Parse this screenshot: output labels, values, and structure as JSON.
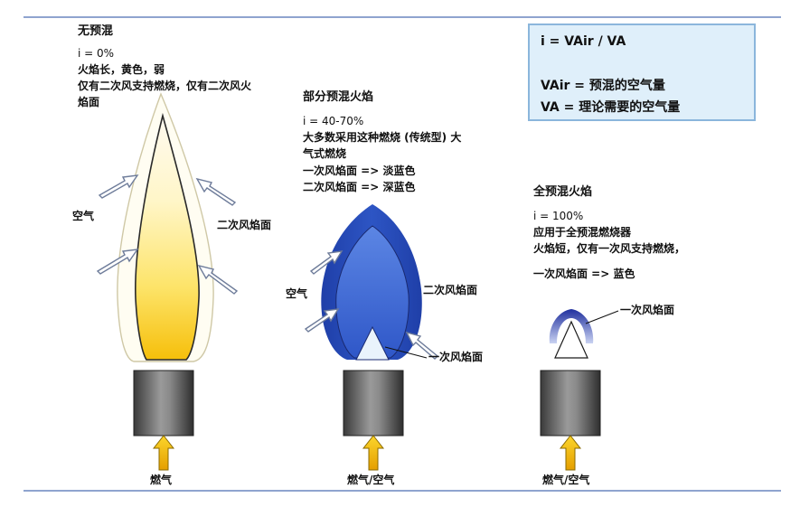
{
  "rules": {
    "color": "#8fa4cf"
  },
  "formula_box": {
    "line1": "i = VAir / VA",
    "line2": "VAir = 预混的空气量",
    "line3": "VA = 理论需要的空气量"
  },
  "flame_no_premix": {
    "title": "无预混",
    "ratio": "i = 0%",
    "desc1": "火焰长，黄色，弱",
    "desc2": "仅有二次风支持燃烧，仅有二次风火",
    "desc3": "焰面",
    "air_label": "空气",
    "secondary_label": "二次风焰面",
    "fuel_label": "燃气",
    "color": "#f6c20b"
  },
  "flame_partial_premix": {
    "title": "部分预混火焰",
    "ratio": "i = 40-70%",
    "desc1": "大多数采用这种燃烧 (传统型) 大",
    "desc2": "气式燃烧",
    "desc3": "一次风焰面 => 淡蓝色",
    "desc4": "二次风焰面 => 深蓝色",
    "air_label": "空气",
    "secondary_label": "二次风焰面",
    "primary_label": "一次风焰面",
    "fuel_label": "燃气/空气",
    "color": "#2a4fb8"
  },
  "flame_full_premix": {
    "title": "全预混火焰",
    "ratio": "i = 100%",
    "desc1": "应用于全预混燃烧器",
    "desc2": "火焰短，仅有一次风支持燃烧，",
    "desc3": "一次风焰面 => 蓝色",
    "primary_label": "一次风焰面",
    "fuel_label": "燃气/空气",
    "color": "#3a4db8"
  },
  "icons": {
    "fuel_arrow": "up-arrow-icon",
    "air_arrow": "diagonal-arrow-icon",
    "burner": "burner-cylinder-icon"
  }
}
